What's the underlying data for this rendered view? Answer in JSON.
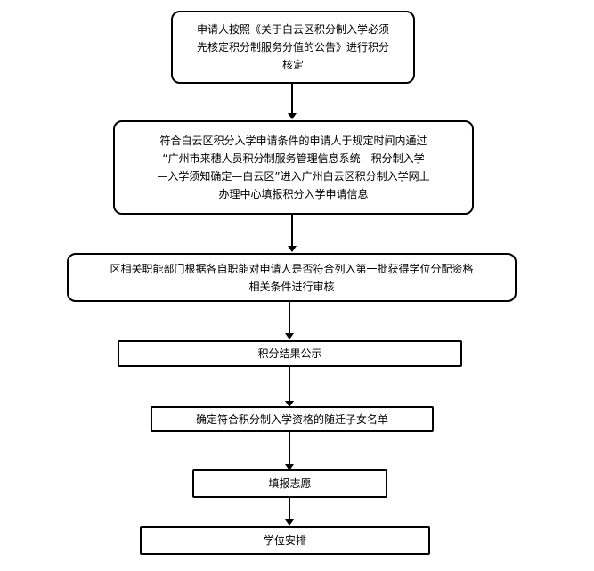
{
  "flowchart": {
    "steps": [
      {
        "text": "申请人按照《关于白云区积分制入学必须\n先核定积分制服务分值的公告》进行积分\n核定"
      },
      {
        "text": "符合白云区积分入学申请条件的申请人于规定时间内通过\n“广州市来穗人员积分制服务管理信息系统—积分制入学\n—入学须知确定—白云区”进入广州白云区积分制入学网上\n办理中心填报积分入学申请信息"
      },
      {
        "text": "区相关职能部门根据各自职能对申请人是否符合列入第一批获得学位分配资格\n相关条件进行审核"
      },
      {
        "text": "积分结果公示"
      },
      {
        "text": "确定符合积分制入学资格的随迁子女名单"
      },
      {
        "text": "填报志愿"
      },
      {
        "text": "学位安排"
      }
    ]
  }
}
